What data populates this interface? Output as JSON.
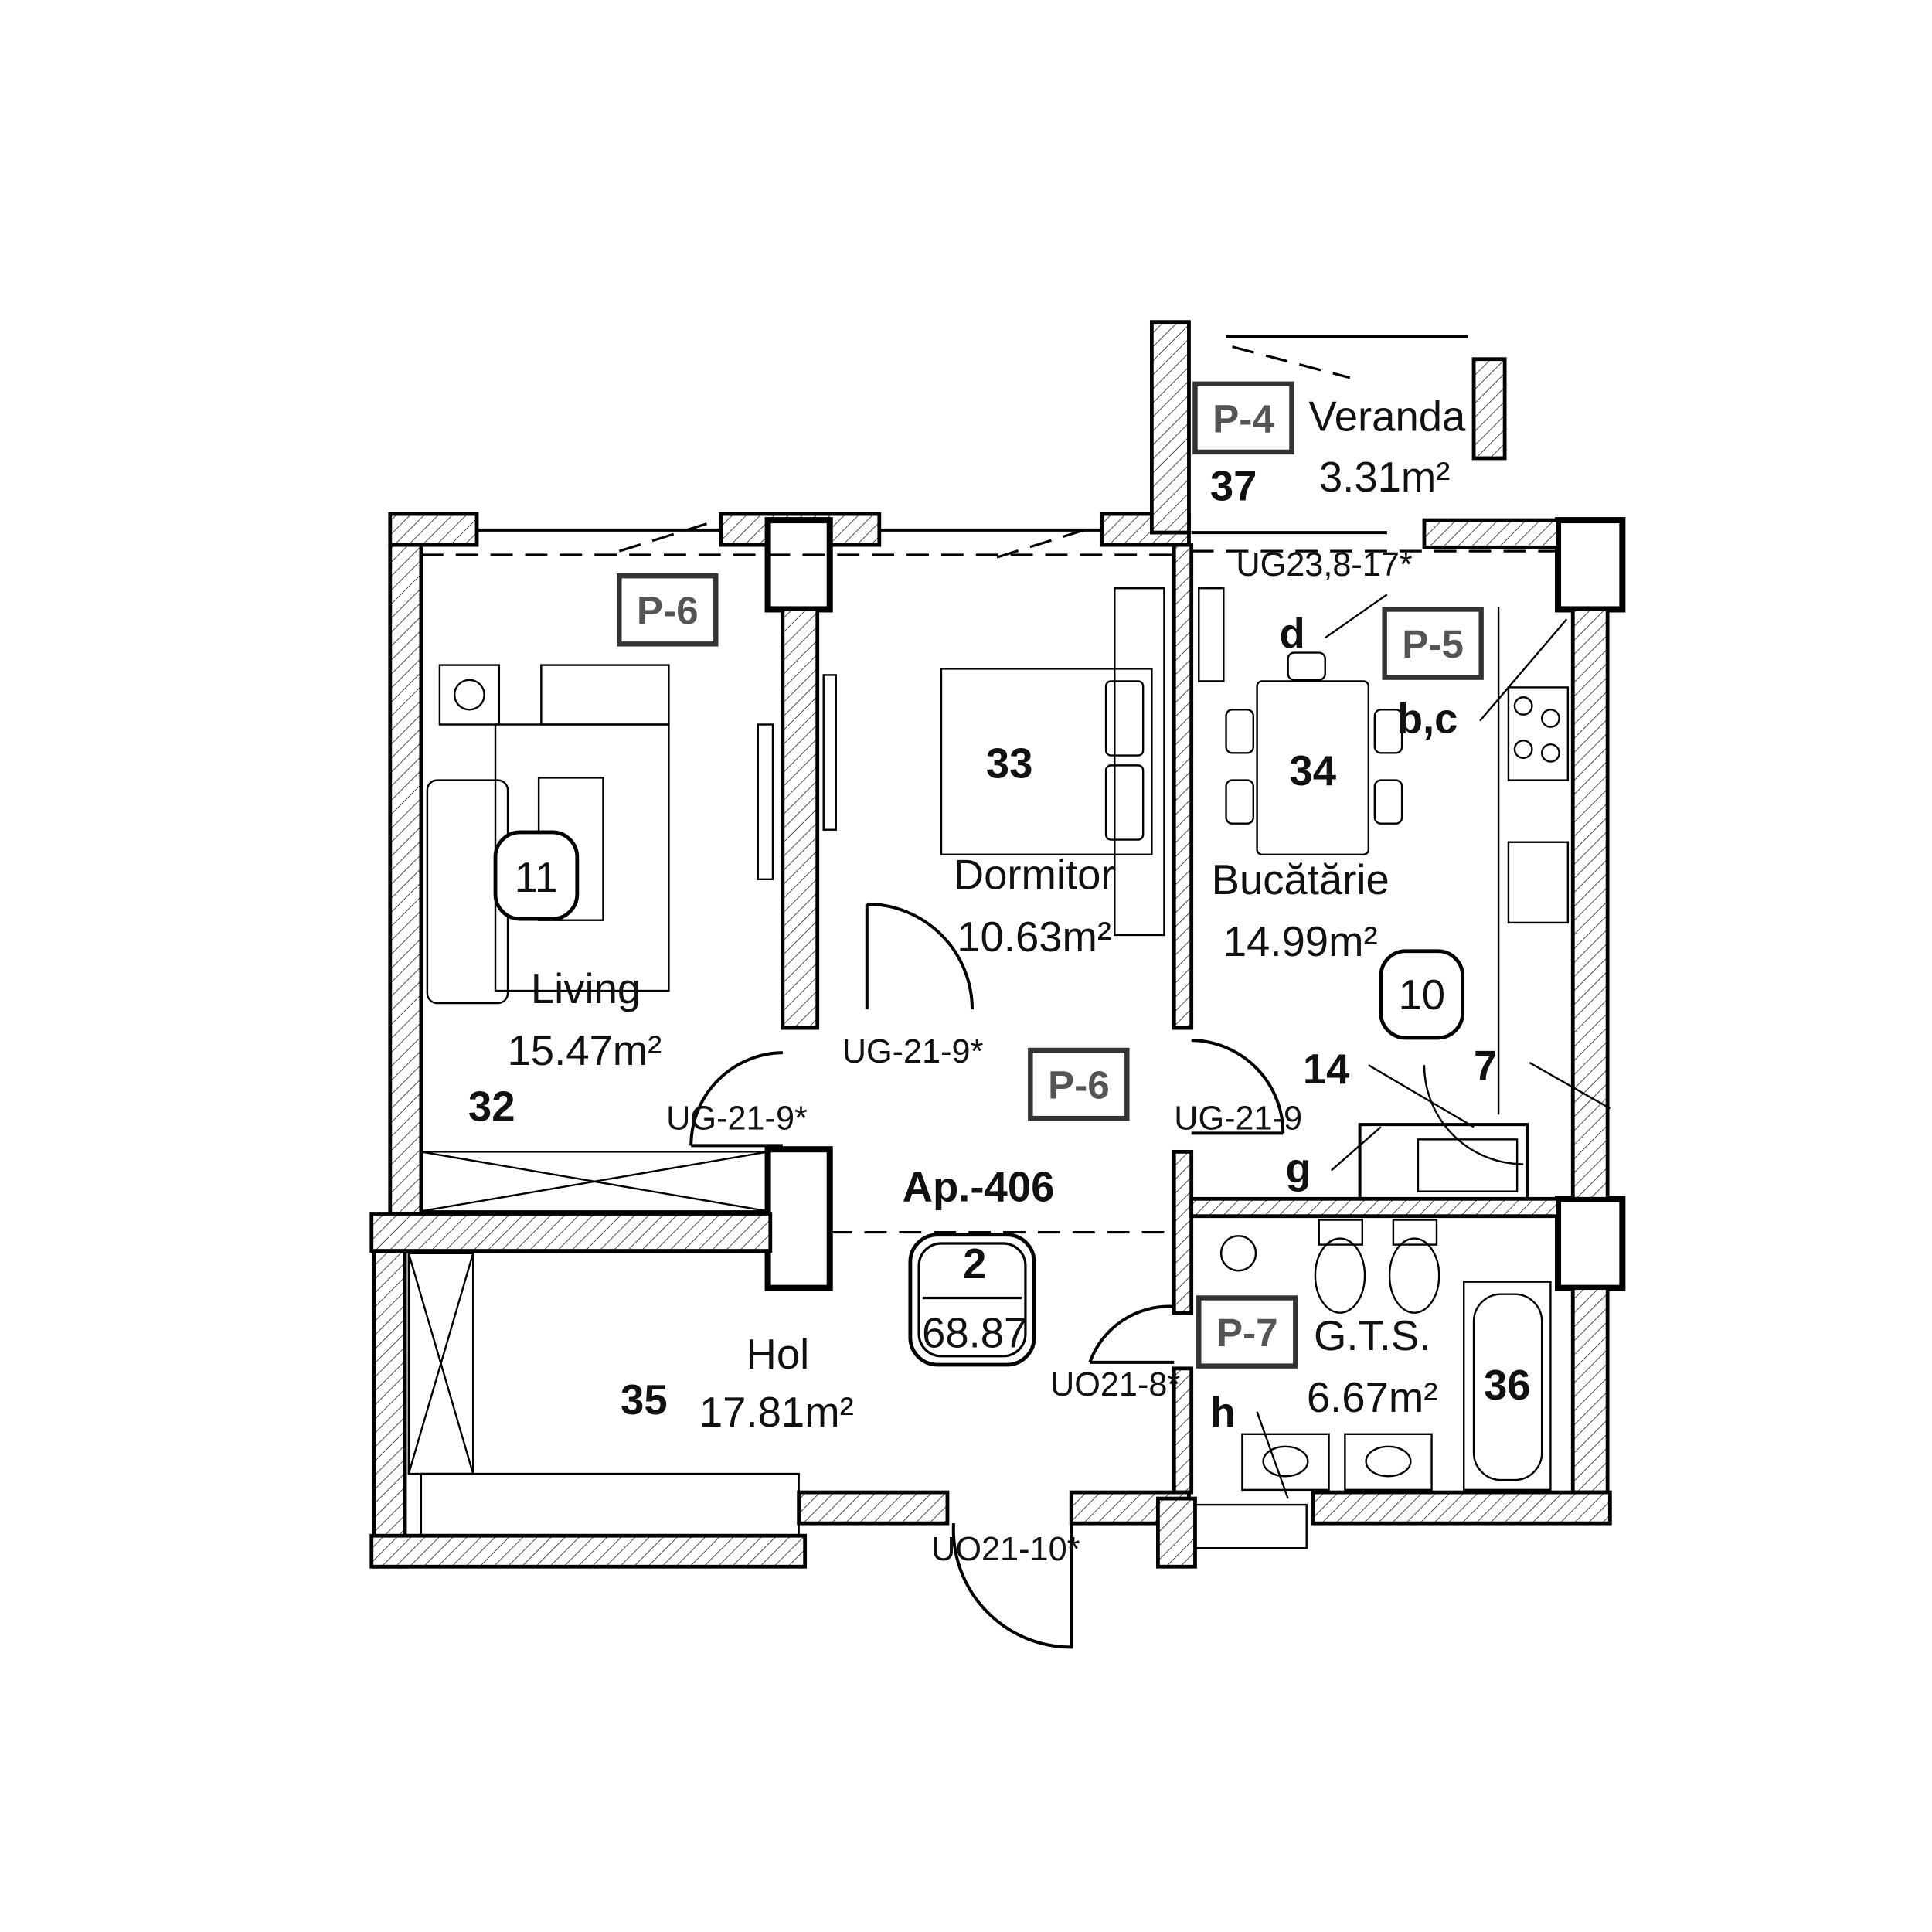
{
  "apartment": {
    "label": "Ap.-406",
    "rooms_count": "2",
    "total_area": "68.87"
  },
  "rooms": {
    "veranda": {
      "name": "Veranda",
      "area": "3.31m²",
      "number": "37",
      "tag": "P-4"
    },
    "living": {
      "name": "Living",
      "area": "15.47m²",
      "number": "32",
      "tag": "P-6",
      "circle": "11"
    },
    "dormitor": {
      "name": "Dormitor",
      "area": "10.63m²",
      "number": "33"
    },
    "bucatarie": {
      "name": "Bucătărie",
      "area": "14.99m²",
      "number": "34",
      "tag": "P-5",
      "circle": "10"
    },
    "hol": {
      "name": "Hol",
      "area": "17.81m²",
      "number": "35",
      "tag": "P-6"
    },
    "gts": {
      "name": "G.T.S.",
      "area": "6.67m²",
      "number": "36",
      "tag": "P-7"
    }
  },
  "doors": {
    "veranda_window": "UG23,8-17*",
    "dormitor_door": "UG-21-9*",
    "living_door": "UG-21-9*",
    "kitchen_door": "UG-21-9",
    "bath_door": "UO21-8*",
    "entrance_door": "UO21-10*"
  },
  "markers": {
    "d": "d",
    "bc": "b,c",
    "g": "g",
    "h": "h",
    "n14": "14",
    "n7": "7"
  }
}
